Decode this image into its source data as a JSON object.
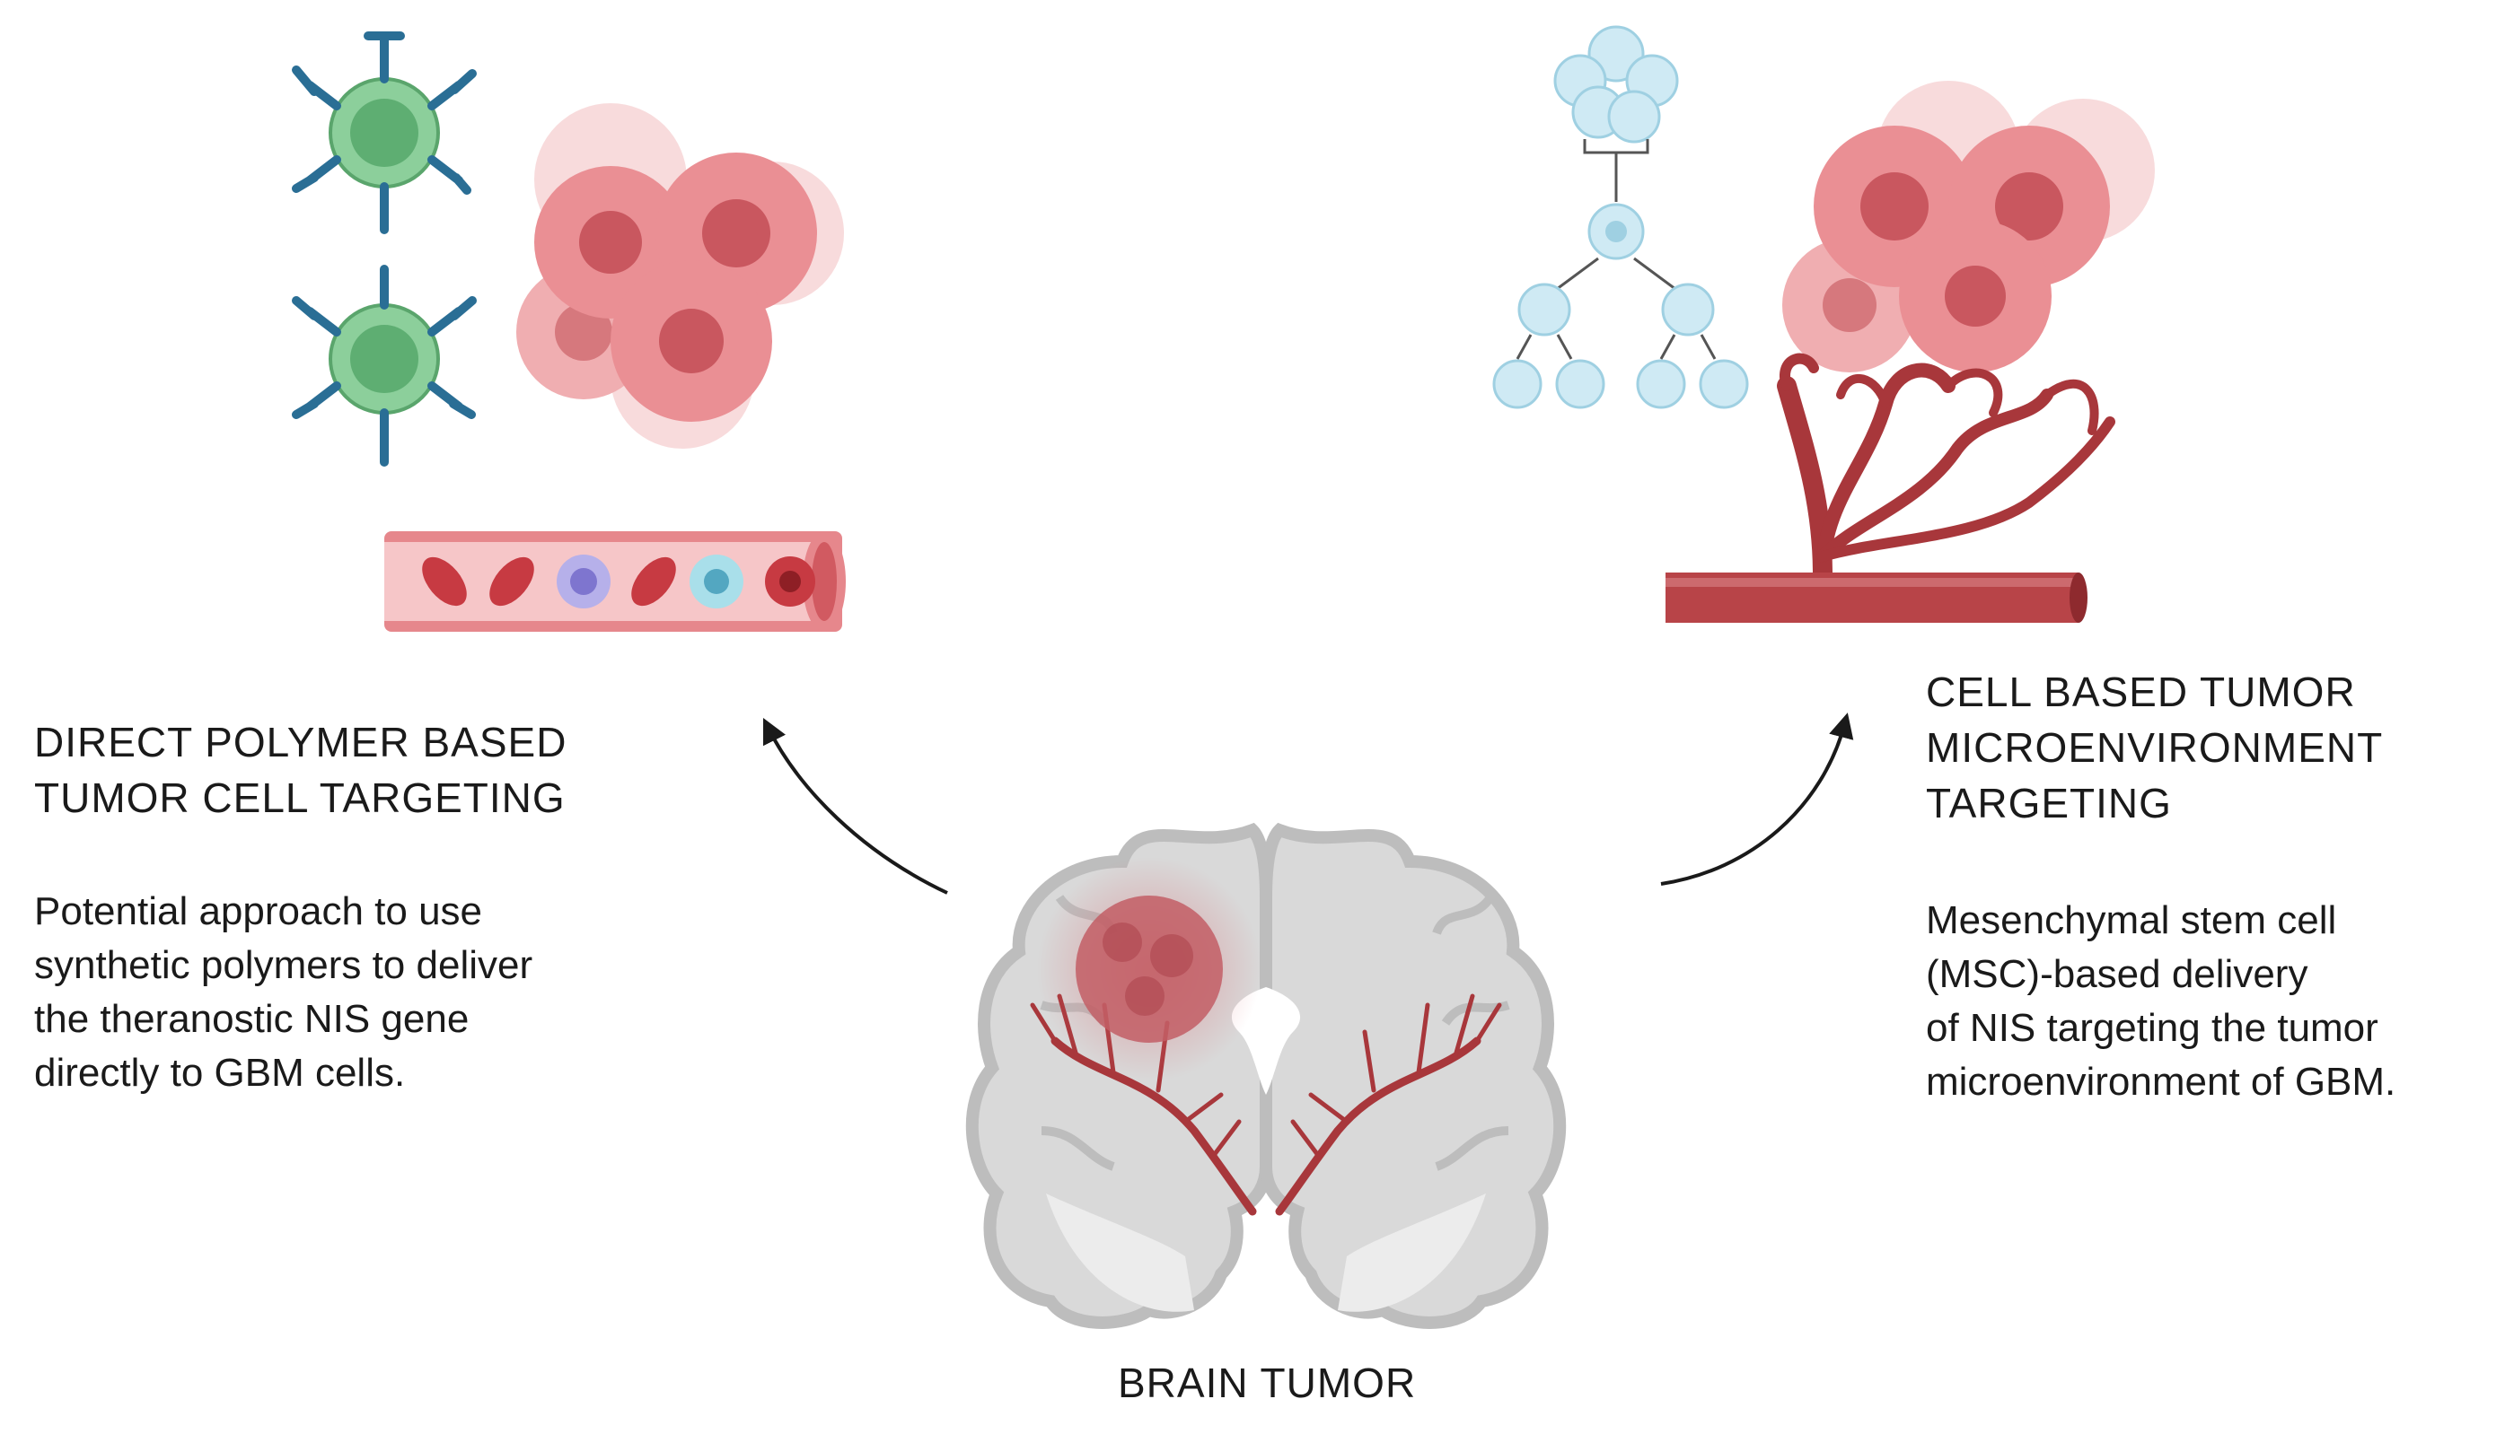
{
  "left_panel": {
    "heading_lines": [
      "DIRECT POLYMER BASED",
      "TUMOR CELL TARGETING"
    ],
    "description_lines": [
      "Potential approach to use",
      "synthetic polymers to deliver",
      "the theranostic NIS gene",
      "directly to GBM cells."
    ]
  },
  "right_panel": {
    "heading_lines": [
      "CELL BASED TUMOR",
      "MICROENVIRONMENT",
      "TARGETING"
    ],
    "description_lines": [
      "Mesenchymal stem cell",
      "(MSC)-based delivery",
      "of NIS targeting the tumor",
      "microenvironment of GBM."
    ]
  },
  "center": {
    "label": "BRAIN TUMOR"
  },
  "colors": {
    "tumor_pink": "#e98a8e",
    "tumor_nucleus": "#c9575f",
    "vessel_red": "#a8373b",
    "vessel_light": "#e6878c",
    "polymer_green": "#6fba82",
    "antibody_blue": "#2a6e95",
    "stem_cell_blue": "#bfe3f0",
    "brain_gray": "#d9d9d9",
    "brain_outline": "#bdbdbd"
  }
}
